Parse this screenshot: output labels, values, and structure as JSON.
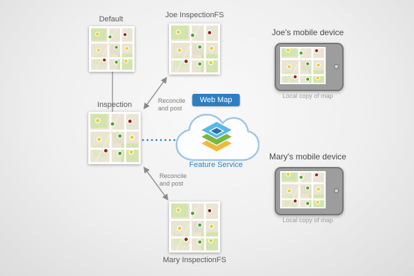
{
  "diagram": {
    "versions": {
      "default_label": "Default",
      "joe_label": "Joe InspectionFS",
      "inspection_label": "Inspection",
      "mary_label": "Mary InspectionFS"
    },
    "center": {
      "web_map_badge": "Web Map",
      "feature_service_label": "Feature Service"
    },
    "devices": {
      "joe_title": "Joe's mobile device",
      "mary_title": "Mary's mobile device",
      "local_copy_caption": "Local copy of map"
    },
    "edges": {
      "reconcile_top": "Reconcile and post",
      "reconcile_bottom": "Reconcile and post"
    },
    "colors": {
      "accent_blue": "#2e7fc1",
      "cloud_outline": "#9ec4e4",
      "marker_green": "#4f9e31",
      "marker_yellow": "#e3cf2e",
      "marker_red": "#8e2424",
      "layer_top": "#56b9e8",
      "layer_mid": "#77b843",
      "layer_bottom": "#f0b93c"
    }
  }
}
